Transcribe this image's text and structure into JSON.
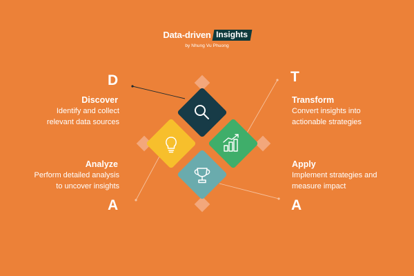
{
  "header": {
    "brand_plain": "Data-driven",
    "brand_highlight": "Insights",
    "byline": "by Nhung Vu Phuong"
  },
  "colors": {
    "background": "#ec8138",
    "discover": "#173b47",
    "transform": "#3fae6a",
    "analyze": "#f7bf2c",
    "apply": "#6aabad",
    "ghost": "#f3a77b",
    "connector": "#f6c29f"
  },
  "steps": {
    "discover": {
      "letter": "D",
      "title": "Discover",
      "line1": "Identify and collect",
      "line2": "relevant data sources",
      "icon": "magnifier-icon"
    },
    "transform": {
      "letter": "T",
      "title": "Transform",
      "line1": "Convert insights into",
      "line2": "actionable strategies",
      "icon": "growth-chart-icon"
    },
    "analyze": {
      "letter": "A",
      "title": "Analyze",
      "line1": "Perform detailed analysis",
      "line2": "to uncover insights",
      "icon": "lightbulb-icon"
    },
    "apply": {
      "letter": "A",
      "title": "Apply",
      "line1": "Implement strategies and",
      "line2": "measure impact",
      "icon": "trophy-icon"
    }
  }
}
